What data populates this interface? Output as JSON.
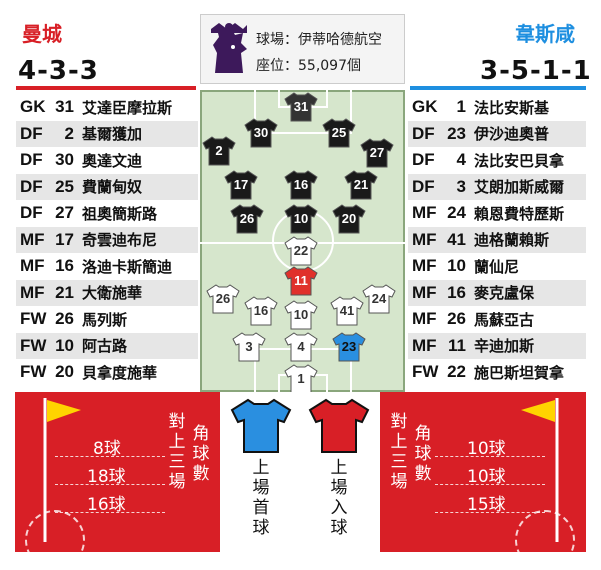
{
  "header": {
    "home_team": "曼城",
    "away_team": "韋斯咸",
    "home_formation": "4-3-3",
    "away_formation": "3-5-1-1",
    "home_color": "#d81f26",
    "away_color": "#1e8fe0"
  },
  "venue": {
    "stadium": "球場：伊蒂哈德航空",
    "seats": "座位：55,097個",
    "logo_icon": "premier-league-lion-icon"
  },
  "home_lineup": [
    {
      "pos": "GK",
      "num": "31",
      "name": "艾達臣摩拉斯"
    },
    {
      "pos": "DF",
      "num": "2",
      "name": "基爾獲加"
    },
    {
      "pos": "DF",
      "num": "30",
      "name": "奧達文迪"
    },
    {
      "pos": "DF",
      "num": "25",
      "name": "費蘭甸奴"
    },
    {
      "pos": "DF",
      "num": "27",
      "name": "祖奧簡斯路"
    },
    {
      "pos": "MF",
      "num": "17",
      "name": "奇雲迪布尼"
    },
    {
      "pos": "MF",
      "num": "16",
      "name": "洛迪卡斯簡迪"
    },
    {
      "pos": "MF",
      "num": "21",
      "name": "大衛施華"
    },
    {
      "pos": "FW",
      "num": "26",
      "name": "馬列斯"
    },
    {
      "pos": "FW",
      "num": "10",
      "name": "阿古路"
    },
    {
      "pos": "FW",
      "num": "20",
      "name": "貝拿度施華"
    }
  ],
  "away_lineup": [
    {
      "pos": "GK",
      "num": "1",
      "name": "法比安斯基"
    },
    {
      "pos": "DF",
      "num": "23",
      "name": "伊沙迪奧普"
    },
    {
      "pos": "DF",
      "num": "4",
      "name": "法比安巴貝拿"
    },
    {
      "pos": "DF",
      "num": "3",
      "name": "艾朗加斯威爾"
    },
    {
      "pos": "MF",
      "num": "24",
      "name": "賴恩費特歷斯"
    },
    {
      "pos": "MF",
      "num": "41",
      "name": "迪格蘭賴斯"
    },
    {
      "pos": "MF",
      "num": "10",
      "name": "蘭仙尼"
    },
    {
      "pos": "MF",
      "num": "16",
      "name": "麥克盧保"
    },
    {
      "pos": "MF",
      "num": "26",
      "name": "馬蘇亞古"
    },
    {
      "pos": "MF",
      "num": "11",
      "name": "辛迪加斯"
    },
    {
      "pos": "FW",
      "num": "22",
      "name": "施巴斯坦賀拿"
    }
  ],
  "pitch": {
    "home_shirt_color": "#1a1a1a",
    "home_gk_color": "#333333",
    "away_shirt_color": "#ffffff",
    "away_highlight_red": "#e0312b",
    "away_highlight_blue": "#2a8fe0",
    "home_players": [
      "31",
      "30",
      "25",
      "2",
      "27",
      "17",
      "16",
      "21",
      "26",
      "10",
      "20"
    ],
    "away_players": [
      "22",
      "11",
      "26",
      "16",
      "10",
      "41",
      "24",
      "3",
      "4",
      "23",
      "1"
    ]
  },
  "stats": {
    "left_values": [
      "8球",
      "18球",
      "16球"
    ],
    "right_values": [
      "10球",
      "10球",
      "15球"
    ],
    "label_a": "對上三場",
    "label_b": "角球數",
    "shirt_label_left": "上場首球",
    "shirt_label_right": "上場入球",
    "left_shirt_color": "#2a8fe0",
    "right_shirt_color": "#d81f26",
    "flag_color": "#ffd400"
  }
}
